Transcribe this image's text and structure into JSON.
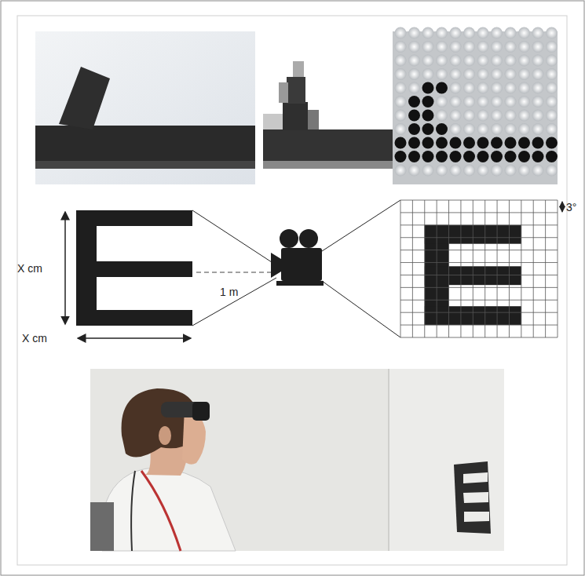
{
  "diagram": {
    "labels": [
      "X cm",
      "X cm",
      "1 m",
      "3°"
    ]
  }
}
